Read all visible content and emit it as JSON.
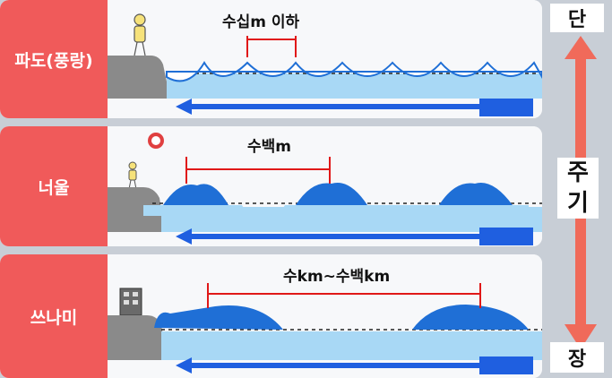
{
  "rows": [
    {
      "label": "파도(풍랑)",
      "distance": "수십m 이하"
    },
    {
      "label": "너울",
      "distance": "수백m"
    },
    {
      "label": "쓰나미",
      "distance": "수km~수백km"
    }
  ],
  "period_axis": {
    "top": "단",
    "title": "주기",
    "title_1": "주",
    "title_2": "기",
    "bottom": "장"
  },
  "colors": {
    "label_bg": "#f05a5a",
    "water": "#a8d8f5",
    "wave": "#1f6fd6",
    "arrow": "#1f5fe0",
    "dimension": "#e01818",
    "ground": "#8a8a8a"
  }
}
